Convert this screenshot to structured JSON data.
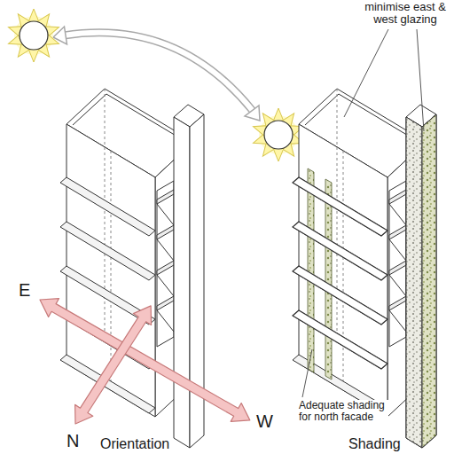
{
  "diagram": {
    "labels": [
      "minimise east & west glazing",
      "E",
      "N",
      "W",
      "Adequate shading for north facade",
      "Orientation",
      "Shading"
    ]
  }
}
